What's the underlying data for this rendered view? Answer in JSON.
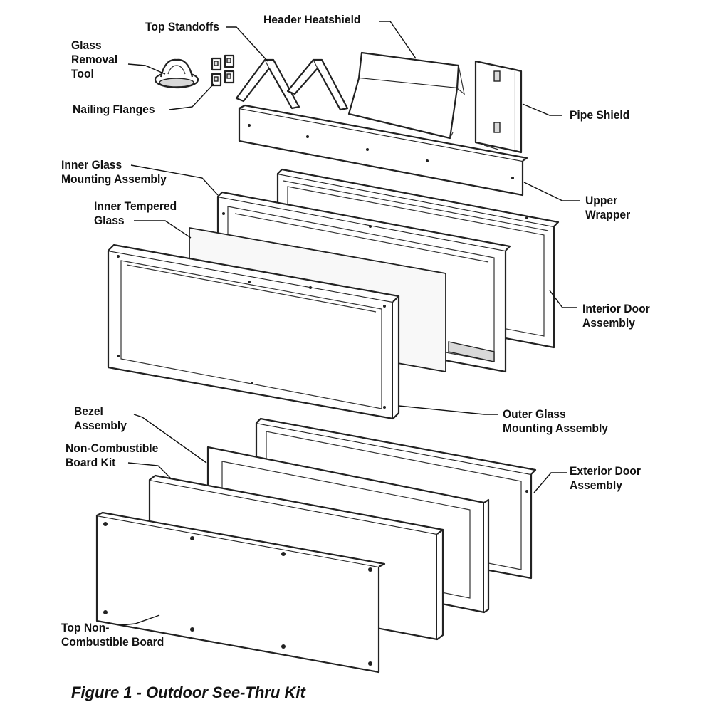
{
  "labels": {
    "top_standoffs": "Top Standoffs",
    "header_heatshield": "Header Heatshield",
    "glass_removal_tool": [
      "Glass",
      "Removal",
      "Tool"
    ],
    "nailing_flanges": "Nailing Flanges",
    "pipe_shield": "Pipe Shield",
    "inner_glass_mounting_assembly": [
      "Inner Glass",
      "Mounting Assembly"
    ],
    "inner_tempered_glass": [
      "Inner Tempered",
      "Glass"
    ],
    "upper_wrapper": [
      "Upper",
      "Wrapper"
    ],
    "interior_door_assembly": [
      "Interior Door",
      "Assembly"
    ],
    "outer_glass_mounting_assembly": [
      "Outer Glass",
      "Mounting Assembly"
    ],
    "bezel_assembly": [
      "Bezel",
      "Assembly"
    ],
    "non_combustible_board_kit": [
      "Non-Combustible",
      "Board Kit"
    ],
    "exterior_door_assembly": [
      "Exterior Door",
      "Assembly"
    ],
    "top_non_combustible_board": [
      "Top Non-",
      "Combustible Board"
    ]
  },
  "caption": "Figure 1 - Outdoor See-Thru Kit"
}
